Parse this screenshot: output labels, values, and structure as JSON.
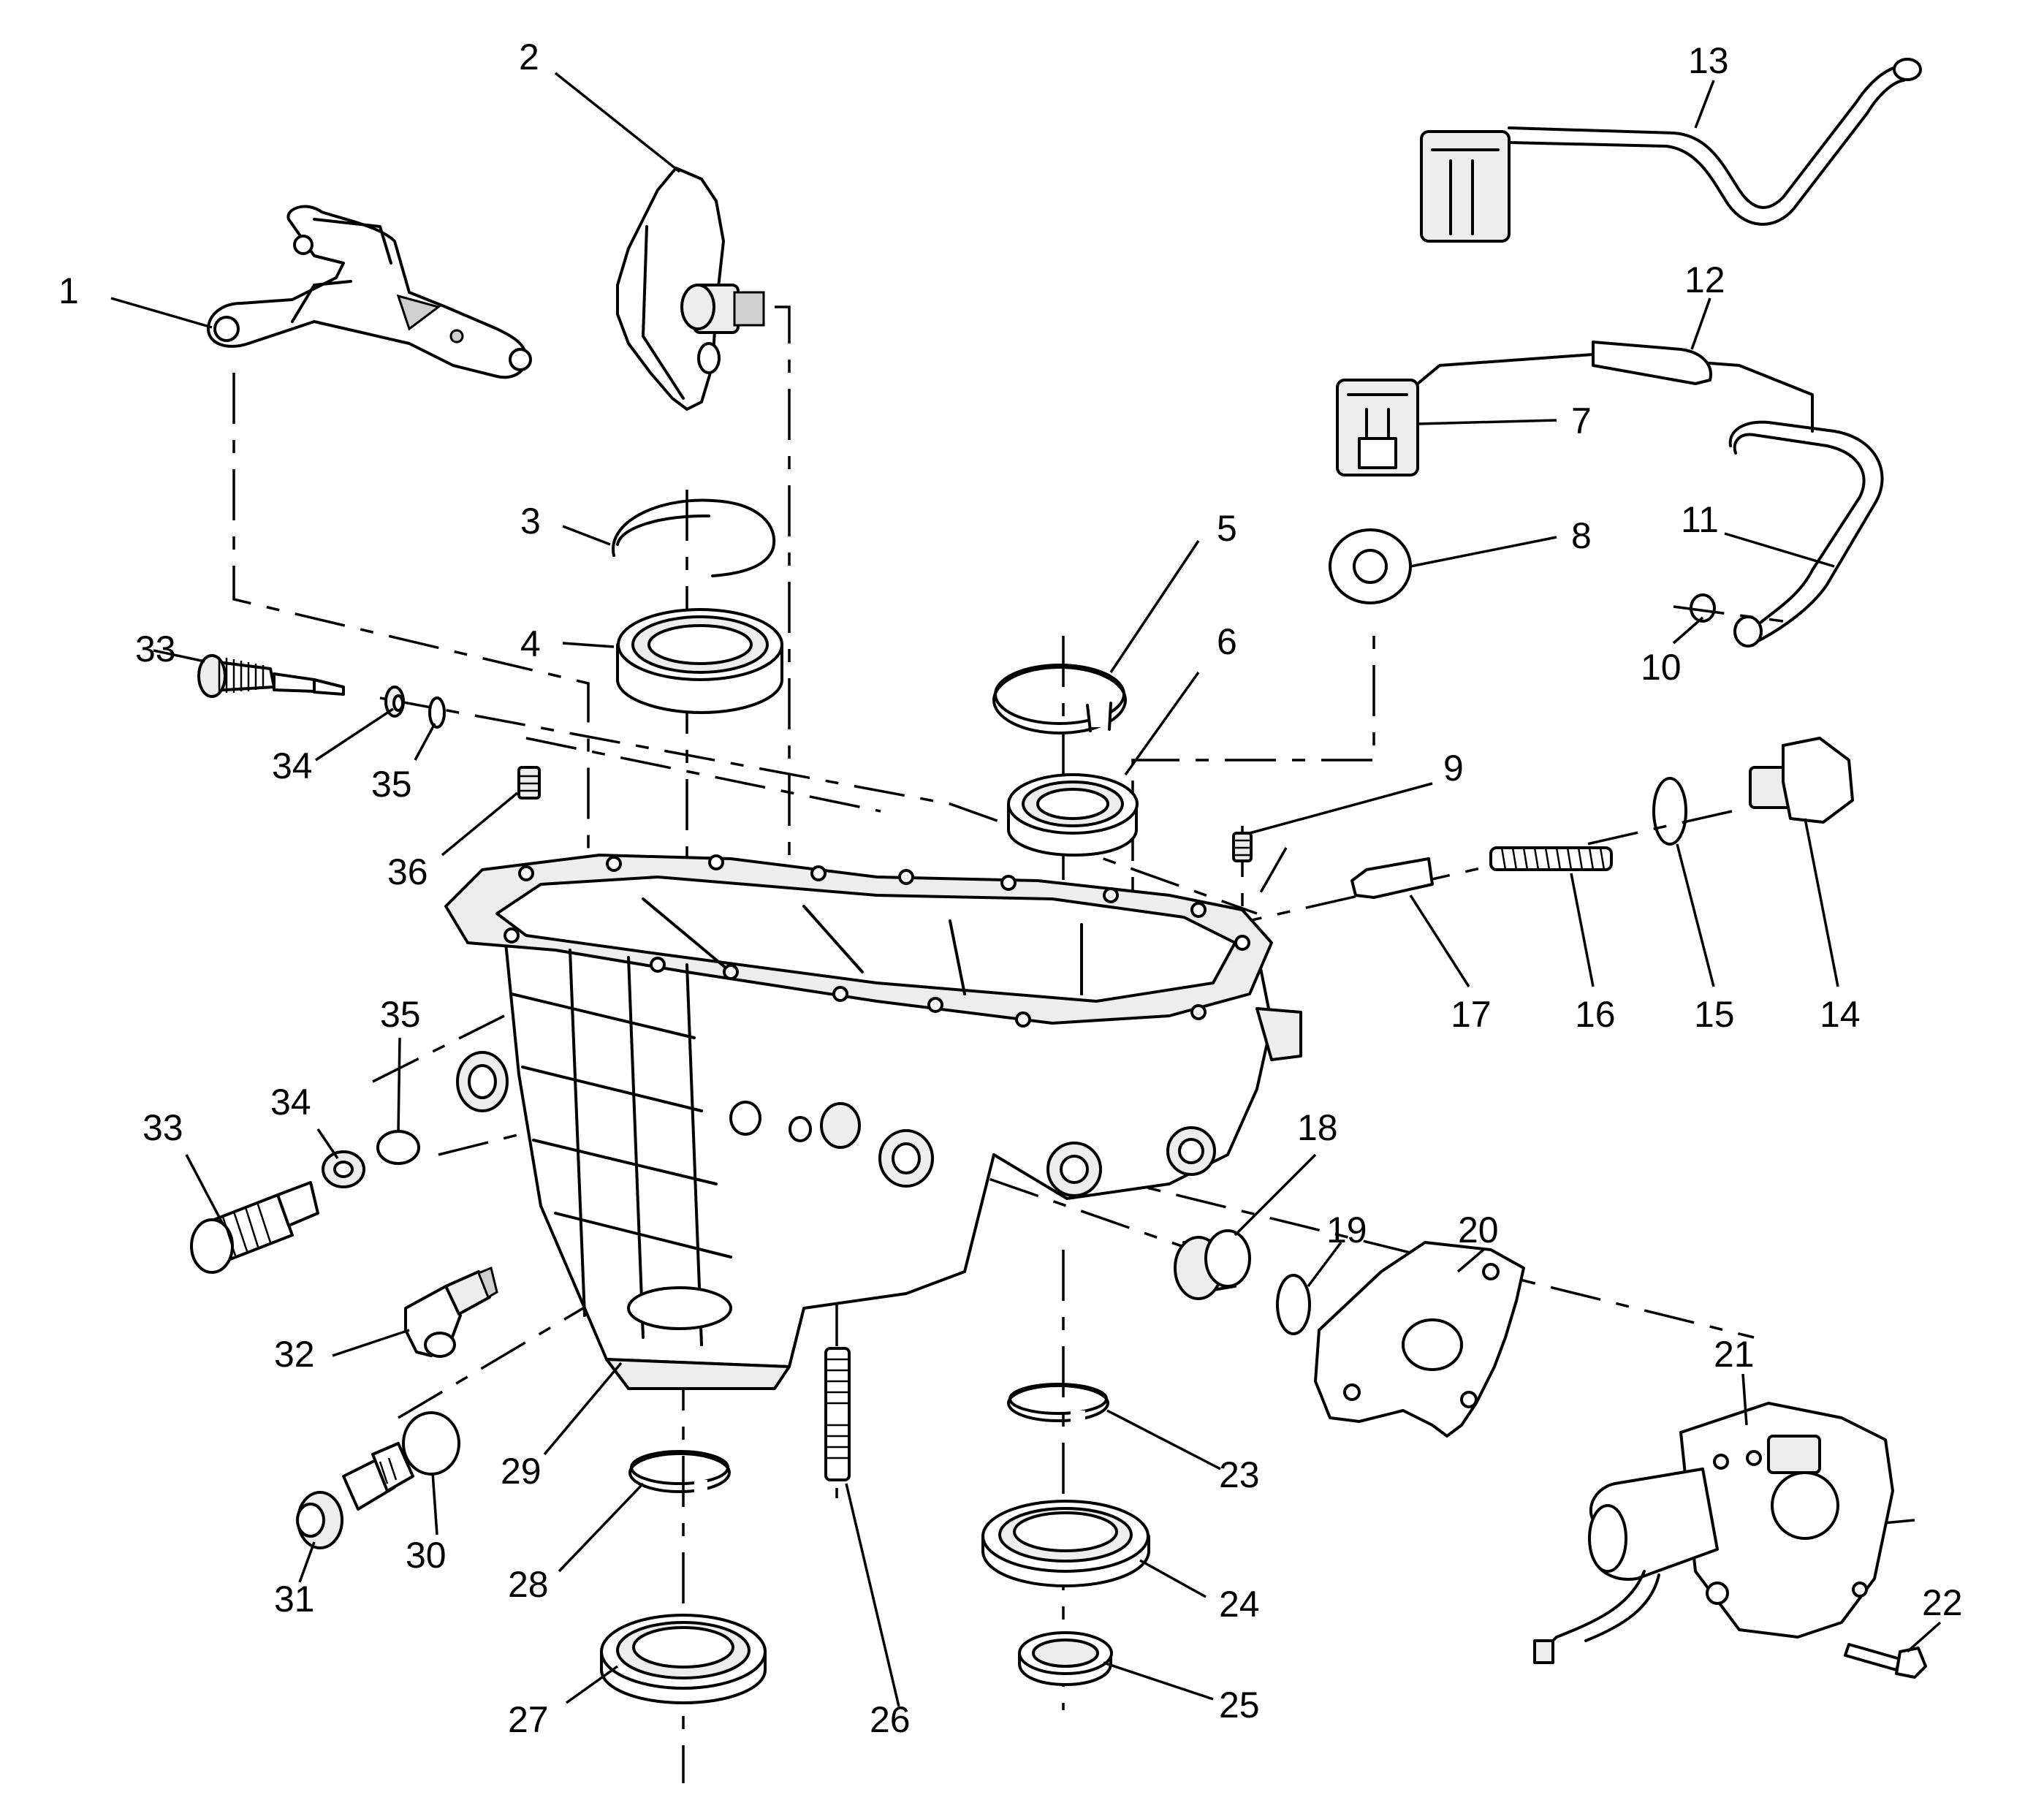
{
  "diagram": {
    "callouts": [
      "1",
      "2",
      "3",
      "4",
      "5",
      "6",
      "7",
      "8",
      "9",
      "10",
      "11",
      "12",
      "13",
      "14",
      "15",
      "16",
      "17",
      "18",
      "19",
      "20",
      "21",
      "22",
      "23",
      "24",
      "25",
      "26",
      "27",
      "28",
      "29",
      "30",
      "31",
      "32",
      "33",
      "34",
      "35",
      "36"
    ],
    "icons": [
      "transfer-case-housing",
      "shift-fork",
      "shift-plate",
      "snap-ring",
      "bearing",
      "retaining-ring",
      "ball-bearing",
      "connector",
      "washer",
      "bolt",
      "hose",
      "wiring",
      "plug",
      "seal",
      "spring",
      "plunger",
      "bushing",
      "ring",
      "gasket",
      "actuator",
      "snap-ring",
      "oil-seal",
      "stud",
      "sensor",
      "o-ring"
    ]
  }
}
